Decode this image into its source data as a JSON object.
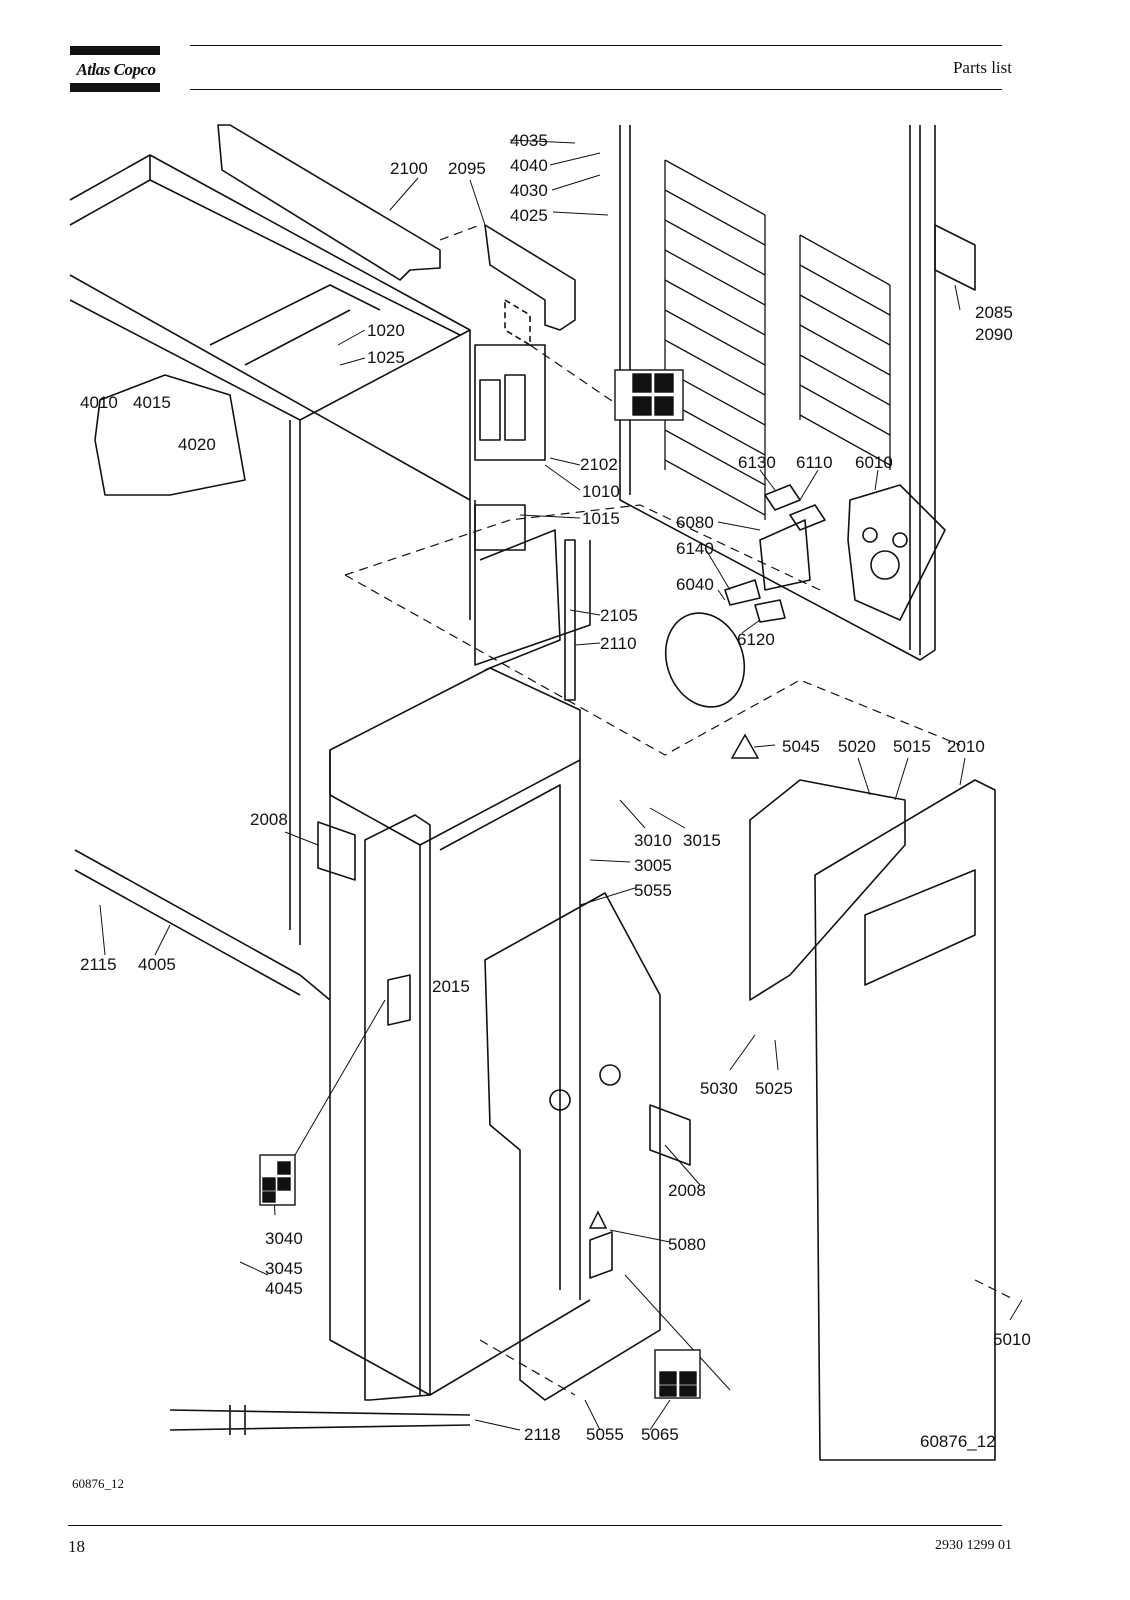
{
  "header": {
    "brand": "Atlas Copco",
    "title": "Parts list"
  },
  "footer": {
    "page_number": "18",
    "document_number": "2930 1299 01"
  },
  "figure": {
    "code_small": "60876_12",
    "code_large": "60876_12",
    "part_labels": [
      "4035",
      "4040",
      "4030",
      "4025",
      "2100",
      "2095",
      "2085",
      "2090",
      "1020",
      "1025",
      "4010",
      "4015",
      "4020",
      "2102",
      "1010",
      "1015",
      "6130",
      "6110",
      "6010",
      "6080",
      "6140",
      "6040",
      "6120",
      "2105",
      "2110",
      "5045",
      "5020",
      "5015",
      "2010",
      "2008",
      "3010",
      "3015",
      "3005",
      "5055",
      "2115",
      "4005",
      "2015",
      "5030",
      "5025",
      "2008",
      "5080",
      "3040",
      "3045",
      "4045",
      "5010",
      "2118",
      "5055",
      "5065"
    ]
  }
}
